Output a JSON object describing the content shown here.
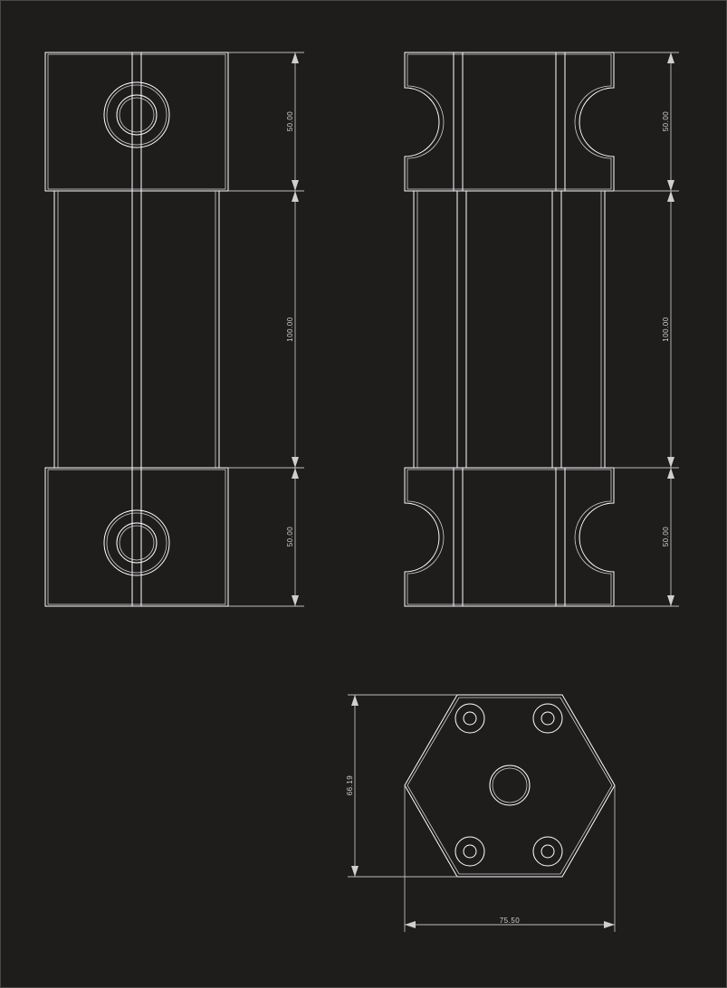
{
  "drawing": {
    "background_color": "#1f1c1c",
    "line_color": "#ffffff",
    "dimension_color": "#cfcfcf",
    "views": [
      {
        "name": "front-view",
        "dimensions": [
          "50.00",
          "100.00",
          "50.00"
        ]
      },
      {
        "name": "side-view",
        "dimensions": [
          "50.00",
          "100.00",
          "50.00"
        ]
      },
      {
        "name": "top-view",
        "dimensions": {
          "height": "66.19",
          "width": "75.50"
        }
      }
    ]
  }
}
